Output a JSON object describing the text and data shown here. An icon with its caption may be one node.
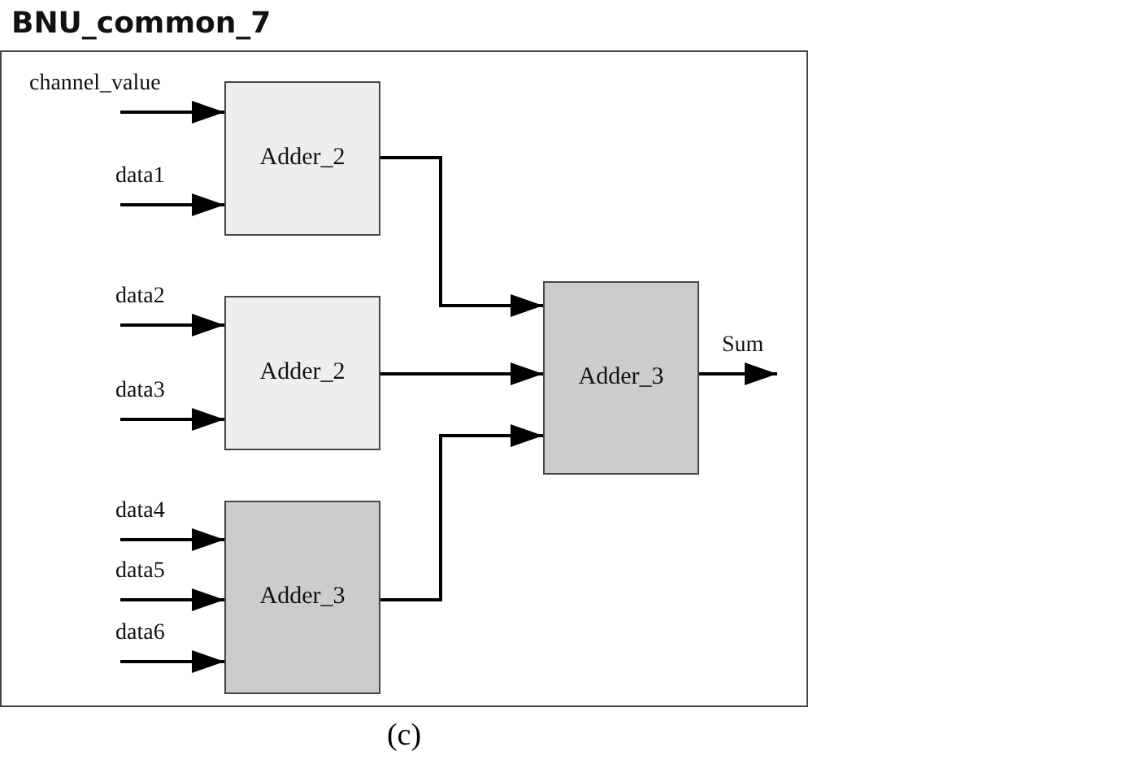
{
  "diagram": {
    "caption": "(c)",
    "nodes": [
      {
        "text": [
          "BNU_common_7"
        ]
      },
      {
        "text": [
          "Adder_2"
        ],
        "in": 0
      },
      {
        "text": [
          "Adder_2"
        ],
        "in": 0
      },
      {
        "text": [
          "Adder_3"
        ],
        "in": 0
      },
      {
        "text": [
          "Adder_3"
        ],
        "in": 0
      }
    ],
    "edges": [
      {
        "from": null,
        "to": 1,
        "arrow": "to",
        "label": "channel_value"
      },
      {
        "from": null,
        "to": 1,
        "arrow": "to",
        "label": "data1"
      },
      {
        "from": null,
        "to": 2,
        "arrow": "to",
        "label": "data2"
      },
      {
        "from": null,
        "to": 2,
        "arrow": "to",
        "label": "data3"
      },
      {
        "from": null,
        "to": 3,
        "arrow": "to",
        "label": "data4"
      },
      {
        "from": null,
        "to": 3,
        "arrow": "to",
        "label": "data5"
      },
      {
        "from": null,
        "to": 3,
        "arrow": "to",
        "label": "data6"
      },
      {
        "from": 1,
        "to": 4,
        "arrow": "to"
      },
      {
        "from": 2,
        "to": 4,
        "arrow": "to"
      },
      {
        "from": 3,
        "to": 4,
        "arrow": "to"
      },
      {
        "from": 4,
        "to": null,
        "arrow": "to",
        "label": "Sum"
      }
    ]
  }
}
